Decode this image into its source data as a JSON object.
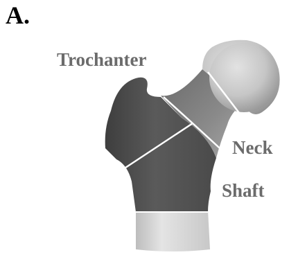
{
  "panel_label": "A.",
  "regions": {
    "trochanter": "Trochanter",
    "neck": "Neck",
    "shaft": "Shaft"
  },
  "colors": {
    "label_text": "#6b6b6b",
    "panel_label": "#000000",
    "femur_dark": "#4a4a4a",
    "femur_head_light": "#d0d0d0",
    "femur_shaft_base": "#dcdcdc",
    "segment_lines": "#ffffff"
  }
}
